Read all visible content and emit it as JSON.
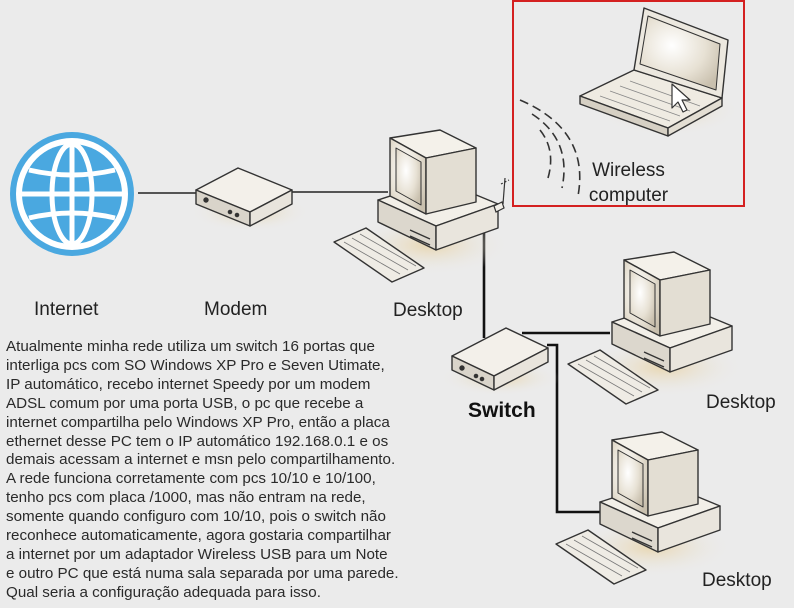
{
  "labels": {
    "internet": "Internet",
    "modem": "Modem",
    "desktop_main": "Desktop",
    "desktop_right": "Desktop",
    "desktop_bottom": "Desktop",
    "switch": "Switch",
    "wireless_line1": "Wireless",
    "wireless_line2": "computer"
  },
  "description": "Atualmente minha rede utiliza um switch 16 portas que\ninterliga pcs com SO Windows XP Pro e Seven Utimate,\nIP automático, recebo internet Speedy por um modem\nADSL comum por uma porta USB, o pc que recebe a\ninternet compartilha pelo Windows XP Pro, então a placa\nethernet desse PC tem o IP automático 192.168.0.1 e os\ndemais acessam a internet e msn pelo compartilhamento.\nA rede funciona corretamente com pcs 10/10 e 10/100,\ntenho pcs com placa /1000, mas não entram na rede,\nsomente quando configuro com 10/10, pois o switch não\nreconhece automaticamente, agora gostaria compartilhar\na internet por um adaptador Wireless USB para um Note\ne outro PC que está numa sala separada por uma parede.\nQual seria a configuração adequada para isso.",
  "colors": {
    "background": "#ebebeb",
    "highlight_box": "#d42020",
    "globe": "#4aa8e0",
    "device_body": "#f0ede6",
    "device_outline": "#3a3a3a",
    "shadow": "#e4d3b0"
  },
  "icons": [
    "globe-icon",
    "modem-icon",
    "desktop-icon",
    "switch-icon",
    "laptop-icon",
    "wireless-waves-icon",
    "cursor-icon"
  ]
}
